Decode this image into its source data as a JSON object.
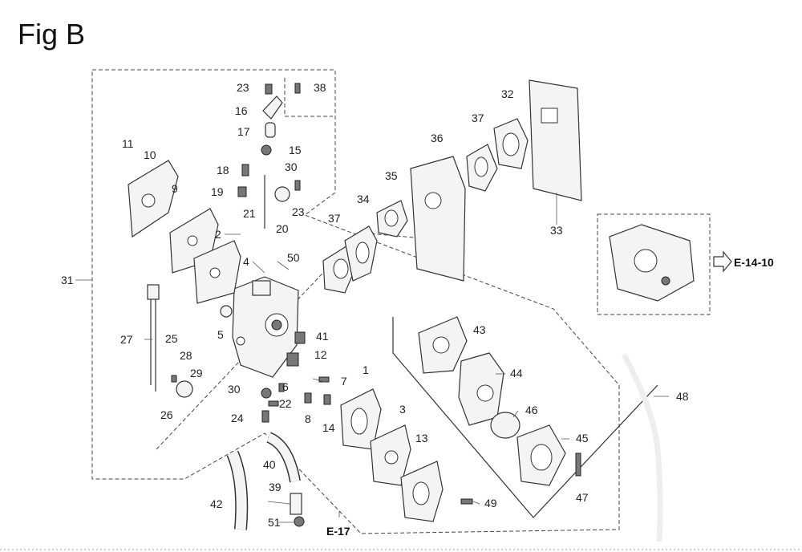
{
  "title": "Fig B",
  "references": [
    "E-14-10",
    "E-17"
  ],
  "callouts": [
    "1",
    "2",
    "3",
    "4",
    "5",
    "6",
    "7",
    "8",
    "9",
    "10",
    "11",
    "12",
    "13",
    "14",
    "15",
    "16",
    "17",
    "18",
    "19",
    "20",
    "21",
    "22",
    "23",
    "24",
    "25",
    "26",
    "27",
    "28",
    "29",
    "30",
    "31",
    "32",
    "33",
    "34",
    "35",
    "36",
    "37",
    "38",
    "39",
    "40",
    "41",
    "42",
    "43",
    "44",
    "45",
    "46",
    "47",
    "48",
    "49",
    "50",
    "51"
  ]
}
